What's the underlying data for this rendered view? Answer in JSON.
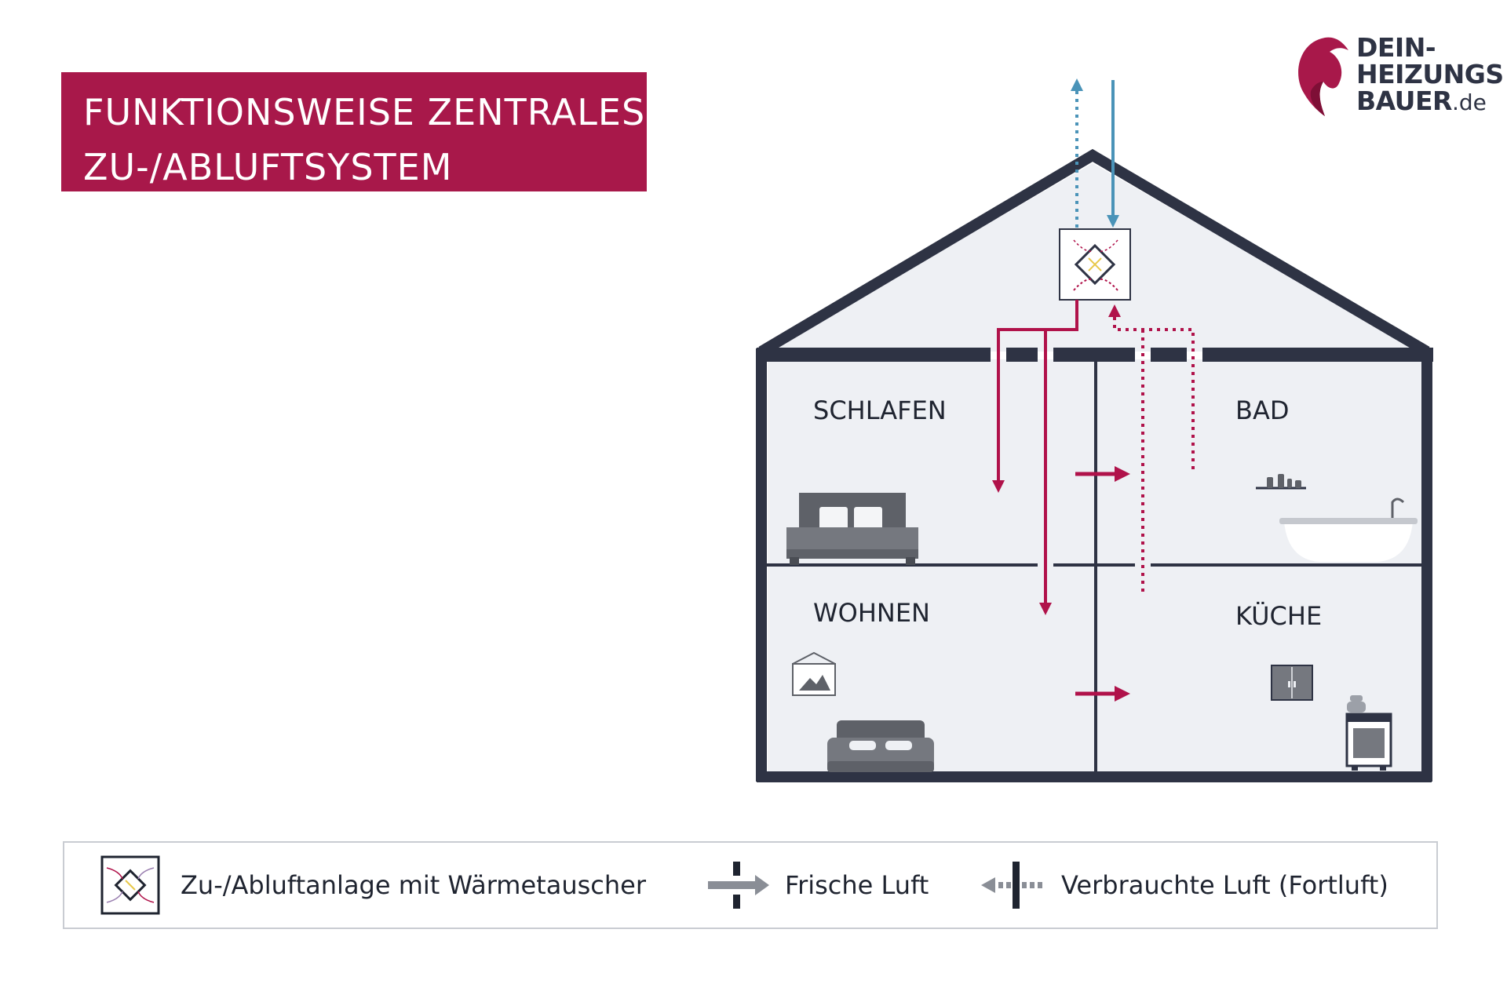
{
  "title": {
    "line1": "FUNKTIONSWEISE ZENTRALES",
    "line2": "ZU-/ABLUFTSYSTEM"
  },
  "logo": {
    "line1": "DEIN-",
    "line2": "HEIZUNGS",
    "line3": "BAUER",
    "suffix": ".de",
    "icon": "flame-icon"
  },
  "rooms": {
    "schlafen": "SCHLAFEN",
    "bad": "BAD",
    "wohnen": "WOHNEN",
    "kueche": "KÜCHE"
  },
  "legend": {
    "unit_label": "Zu-/Abluftanlage mit Wärmetauscher",
    "fresh_label": "Frische Luft",
    "exhaust_label": "Verbrauchte Luft (Fortluft)"
  },
  "colors": {
    "brand_red": "#a8184a",
    "duct_red": "#b0124a",
    "outdoor_blue": "#4a93b8",
    "house_dark": "#2e3344",
    "interior": "#eef0f4"
  }
}
